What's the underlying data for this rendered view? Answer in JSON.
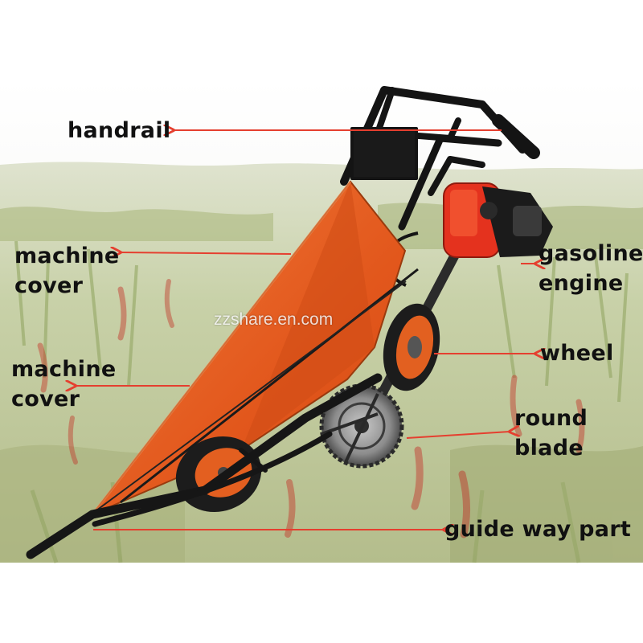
{
  "labels": {
    "handrail": "handrail",
    "cover_upper_1": "machine",
    "cover_upper_2": "cover",
    "cover_lower_1": "machine",
    "cover_lower_2": "cover",
    "engine_1": "gasoline",
    "engine_2": "engine",
    "wheel": "wheel",
    "blade_1": "round",
    "blade_2": "blade",
    "guide": "guide way part"
  },
  "watermark": "zzshare.en.com",
  "colors": {
    "arrow": "#e53f2f",
    "cover_orange": "#e8611f",
    "frame_black": "#141414",
    "engine_red": "#e4321e"
  }
}
